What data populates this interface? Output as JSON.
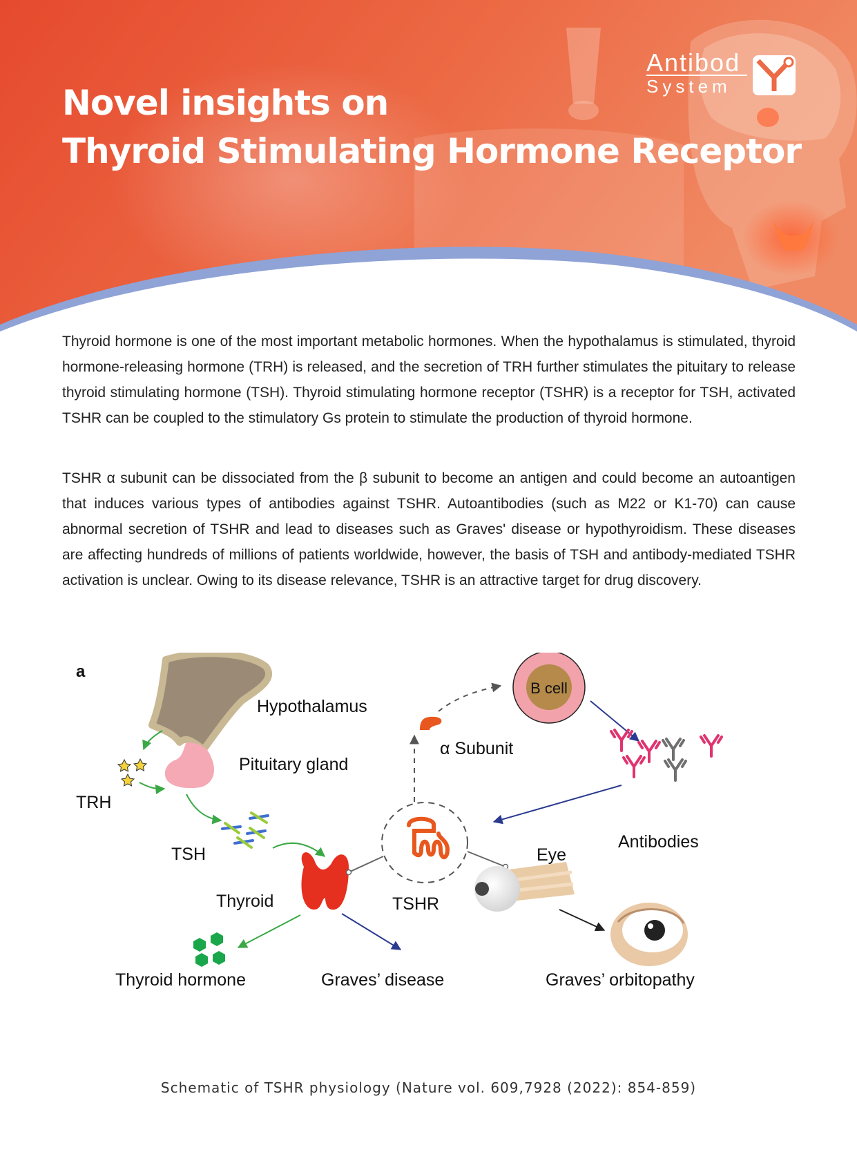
{
  "brand": {
    "line1": "Antibod",
    "line2": "System",
    "accent_color": "#e8553a",
    "wave_color": "#8fa3d6"
  },
  "header": {
    "title_line1": "Novel insights on",
    "title_line2": "Thyroid Stimulating Hormone Receptor"
  },
  "body": {
    "paragraph1": "Thyroid hormone is one of the most important metabolic hormones. When the hypothalamus is stimulated, thyroid hormone-releasing hormone  (TRH) is released, and the secretion of TRH further stimulates the pituitary to release thyroid stimulating hormone  (TSH).  Thyroid stimulating hormone receptor  (TSHR) is a receptor for TSH,  activated TSHR can be coupled to the stimulatory Gs protein to stimulate the production of thyroid hormone.",
    "paragraph2": "TSHR α subunit can be dissociated from the β subunit to become an antigen and could become an autoantigen that induces various types of antibodies against TSHR.  Autoantibodies  (such as M22 or K1-70) can cause abnormal secretion of TSHR and lead to diseases such as Graves' disease or hypothyroidism. These diseases are affecting hundreds of millions of patients worldwide, however, the basis of TSH and antibody-mediated TSHR activation is unclear.  Owing to its disease relevance,  TSHR is an attractive target for drug discovery."
  },
  "figure": {
    "panel": "a",
    "labels": {
      "hypothalamus": "Hypothalamus",
      "pituitary": "Pituitary gland",
      "trh": "TRH",
      "tsh": "TSH",
      "thyroid": "Thyroid",
      "thyroid_hormone": "Thyroid hormone",
      "graves_disease": "Graves’ disease",
      "tshr": "TSHR",
      "alpha_subunit": "α Subunit",
      "b_cell": "B cell",
      "antibodies": "Antibodies",
      "eye": "Eye",
      "graves_orbitopathy": "Graves’ orbitopathy"
    },
    "icons": {
      "hypothalamus": "hypothalamus-icon",
      "pituitary": "pituitary-icon",
      "trh": "trh-star-icon",
      "tsh": "tsh-molecule-icon",
      "thyroid": "thyroid-gland-icon",
      "hormone": "hormone-hexagon-icon",
      "tshr": "receptor-icon",
      "alpha": "alpha-subunit-icon",
      "bcell": "b-cell-icon",
      "antibody": "antibody-icon",
      "eye": "eye-icon",
      "bulging_eye": "bulging-eye-icon"
    },
    "colors": {
      "green_arrow": "#3aa845",
      "blue_arrow": "#2b3a8f",
      "thyroid": "#e52f1f",
      "antibody_pink": "#e0336f",
      "antibody_gray": "#707070",
      "hormone": "#1aa64a",
      "bcell_ring": "#f2a2ab",
      "bcell_core": "#b58a4a"
    }
  },
  "caption": "Schematic of TSHR physiology (Nature vol. 609,7928 (2022): 854-859)"
}
